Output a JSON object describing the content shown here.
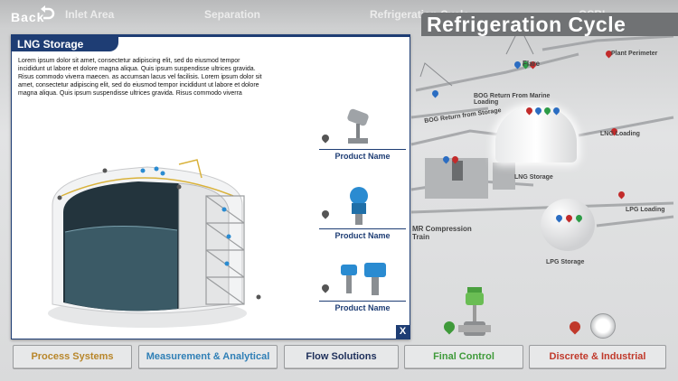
{
  "header": {
    "back_label": "Back",
    "nav_tabs": [
      "Inlet Area",
      "Separation",
      "Refrigeration Cycle",
      "QSBL"
    ],
    "title": "Refrigeration Cycle"
  },
  "scene_labels": {
    "plant_perimeter": "Plant Perimeter",
    "flare": "Flare",
    "bog_return_marine": "BOG Return From Marine Loading",
    "bog_return_storage": "BOG Return from Storage",
    "lng_loading": "LNG Loading",
    "lng_storage": "LNG Storage",
    "mr_compression": "MR Compression Train",
    "lpg_loading": "LPG Loading",
    "lpg_storage": "LPG Storage"
  },
  "panel": {
    "title": "LNG Storage",
    "description": "Lorem ipsum dolor sit amet, consectetur adipiscing elit, sed do eiusmod tempor incididunt ut labore et dolore magna aliqua. Quis ipsum suspendisse ultrices gravida. Risus commodo viverra maecen. as accumsan lacus vel facilisis. Lorem ipsum dolor sit amet, consectetur adipiscing elit, sed do eiusmod tempor incididunt ut labore et dolore magna aliqua. Quis ipsum suspendisse ultrices gravida. Risus commodo viverra",
    "products": [
      {
        "name": "Product Name",
        "icon": "camera-sensor-icon"
      },
      {
        "name": "Product Name",
        "icon": "transmitter-icon"
      },
      {
        "name": "Product Name",
        "icon": "dual-transmitter-icon"
      }
    ],
    "close_label": "X"
  },
  "bottom_nav": [
    {
      "label": "Process Systems",
      "color": "#b8862a"
    },
    {
      "label": "Measurement & Analytical",
      "color": "#2f7fb6"
    },
    {
      "label": "Flow Solutions",
      "color": "#1e2f5a"
    },
    {
      "label": "Final Control",
      "color": "#3f9a3a"
    },
    {
      "label": "Discrete & Industrial",
      "color": "#c0392b"
    }
  ]
}
